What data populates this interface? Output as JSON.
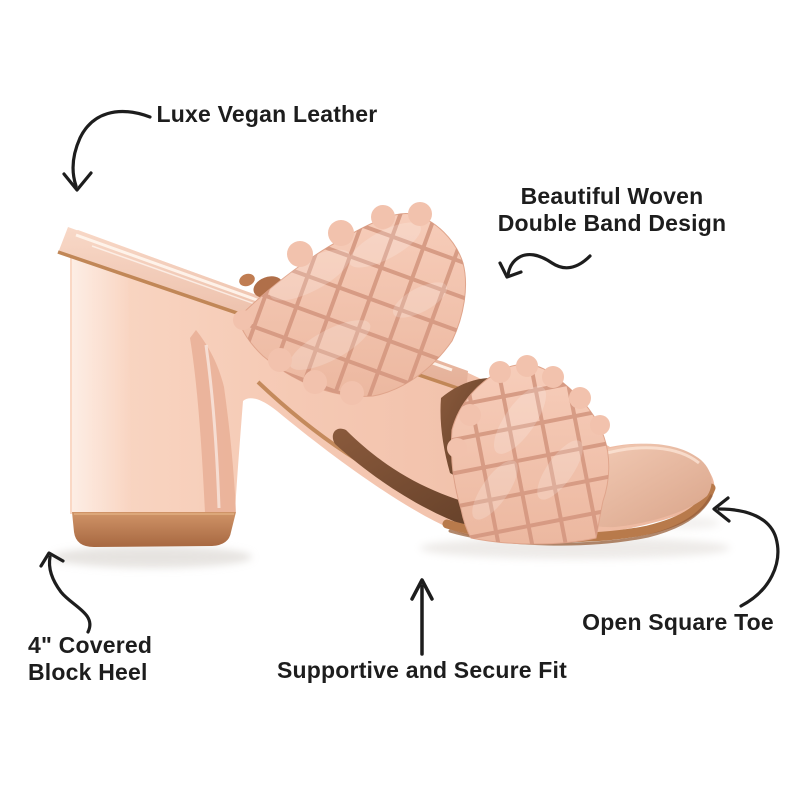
{
  "product": {
    "description": "Blush pink woven double-band block heel mule sandal, side view on white background",
    "colors": {
      "background": "#ffffff",
      "ink": "#1d1d1d",
      "blush": "#f4c6b1",
      "blush_shadow": "#ecb69d",
      "weave_crease": "#d49780",
      "satin_insole": "#eec0a8",
      "tan_sole": "#b87a4b",
      "inner_brown": "#7c4f33"
    }
  },
  "callouts": {
    "vegan_leather": {
      "label": "Luxe Vegan Leather"
    },
    "woven_design": {
      "line1": "Beautiful Woven",
      "line2": "Double Band Design"
    },
    "block_heel": {
      "line1": "4\" Covered",
      "line2": "Block Heel"
    },
    "secure_fit": {
      "label": "Supportive and Secure Fit"
    },
    "square_toe": {
      "label": "Open Square Toe"
    }
  }
}
